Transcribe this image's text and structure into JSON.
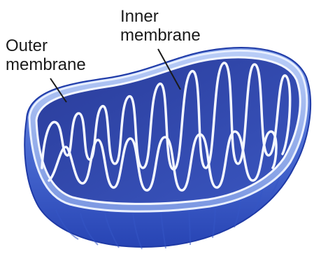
{
  "labels": {
    "outer": [
      "Outer",
      "membrane"
    ],
    "inner": [
      "Inner",
      "membrane"
    ]
  },
  "palette": {
    "shell_light": "#9fb7ee",
    "shell_mid": "#5577d8",
    "shell_dark": "#1f3aa6",
    "matrix": "#2c3f9c",
    "membrane": "#f4f7ff",
    "leader": "#1a1a1a"
  }
}
